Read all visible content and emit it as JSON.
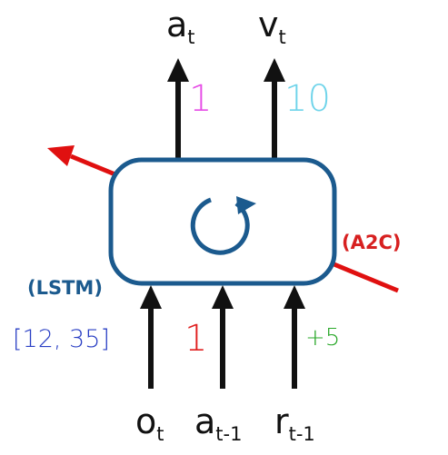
{
  "diagram": {
    "outputs": {
      "action": {
        "base": "a",
        "sub": "t",
        "value": "1",
        "value_color": "#e64ce6"
      },
      "value": {
        "base": "v",
        "sub": "t",
        "value": "10",
        "value_color": "#6fd4ea"
      }
    },
    "inputs": {
      "observation": {
        "base": "o",
        "sub": "t",
        "value": "[12, 35]",
        "value_color": "#2a3fc4"
      },
      "prev_action": {
        "base": "a",
        "sub": "t-1",
        "value": "1",
        "value_color": "#e02020"
      },
      "prev_reward": {
        "base": "r",
        "sub": "t-1",
        "value": "+5",
        "value_color": "#2aa82a"
      }
    },
    "cell_label": {
      "text": "(LSTM)",
      "color": "#1b5a8e"
    },
    "algorithm_label": {
      "text": "(A2C)",
      "color": "#d72020"
    },
    "colors": {
      "cell_border": "#1b5a8e",
      "recurrent_icon": "#1b5a8e",
      "arrows": "#111111",
      "algorithm_arrow": "#e01010"
    }
  }
}
